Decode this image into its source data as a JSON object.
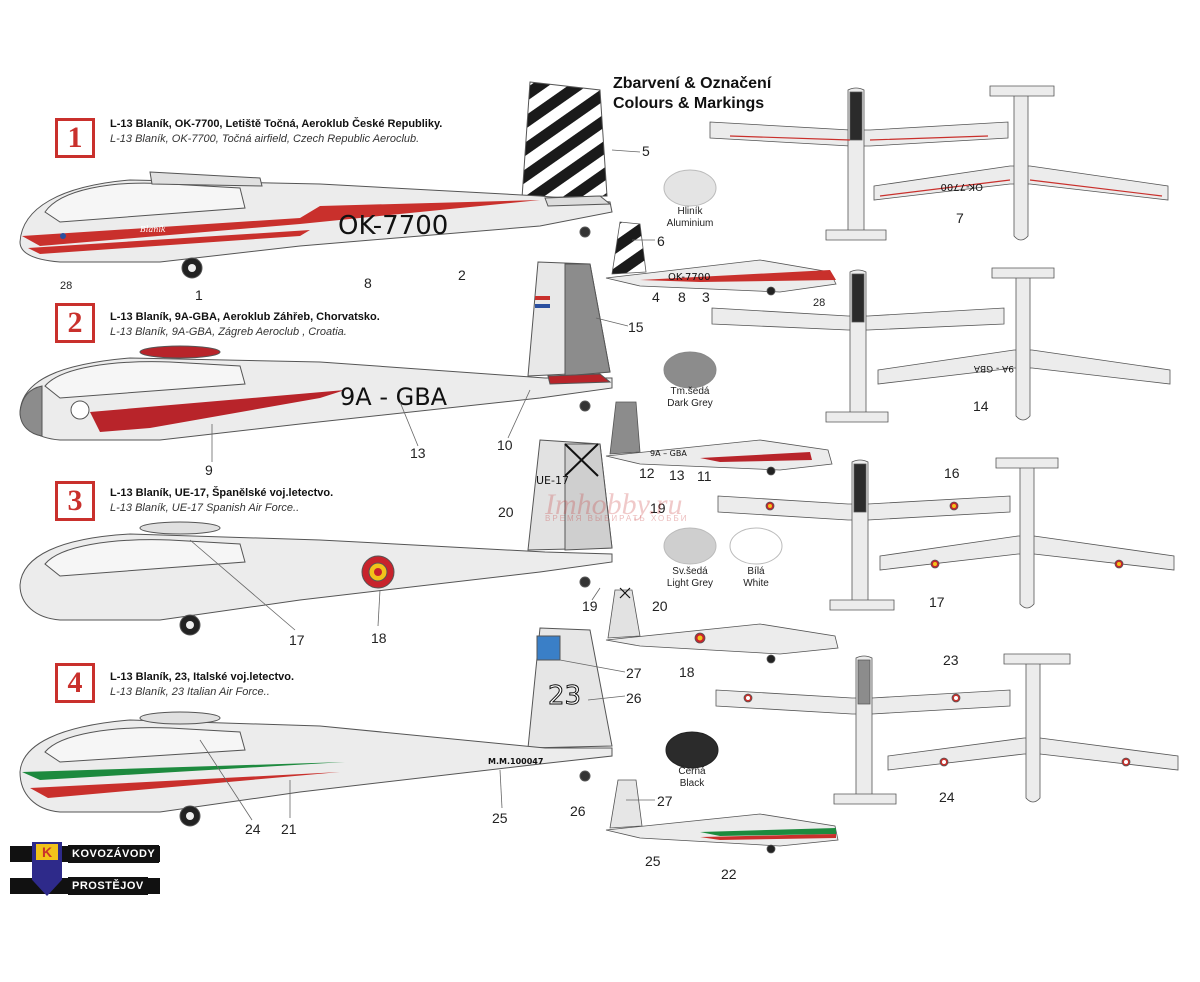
{
  "header": {
    "title_cz": "Zbarvení & Označení",
    "title_en": "Colours & Markings"
  },
  "schemes": [
    {
      "number": "1",
      "caption_cz": "L-13 Blaník, OK-7700, Letiště Točná, Aeroklub České Republiky.",
      "caption_en": "L-13 Blaník, OK-7700, Točná airfield, Czech Republic Aeroclub.",
      "registration": "OK-7700",
      "nose_script": "Blaník"
    },
    {
      "number": "2",
      "caption_cz": "L-13 Blaník, 9A-GBA, Aeroklub Záhřeb, Chorvatsko.",
      "caption_en": "L-13 Blaník, 9A-GBA, Zágreb Aeroclub , Croatia.",
      "registration": "9A - GBA",
      "registration_small": "9A – GBA"
    },
    {
      "number": "3",
      "caption_cz": "L-13 Blaník, UE-17, Španělské voj.letectvo.",
      "caption_en": "L-13 Blaník, UE-17 Spanish Air Force..",
      "tail_code": "UE-17"
    },
    {
      "number": "4",
      "caption_cz": "L-13 Blaník, 23, Italské voj.letectvo.",
      "caption_en": "L-13 Blaník, 23 Italian Air Force..",
      "tail_number": "23",
      "serial": "M.M.100047"
    }
  ],
  "swatches": [
    {
      "cz": "Hliník",
      "en": "Aluminium",
      "color": "#e4e4e4"
    },
    {
      "cz": "Tm.šedá",
      "en": "Dark Grey",
      "color": "#8c8c8c"
    },
    {
      "cz": "Sv.šedá",
      "en": "Light Grey",
      "color": "#cfcfcf"
    },
    {
      "cz": "Bílá",
      "en": "White",
      "color": "#ffffff"
    },
    {
      "cz": "Černá",
      "en": "Black",
      "color": "#2b2b2b"
    }
  ],
  "callouts": [
    "1",
    "2",
    "3",
    "4",
    "5",
    "6",
    "7",
    "8",
    "9",
    "10",
    "11",
    "12",
    "13",
    "14",
    "15",
    "16",
    "17",
    "18",
    "19",
    "20",
    "21",
    "22",
    "23",
    "24",
    "25",
    "26",
    "27",
    "28"
  ],
  "colors": {
    "czech_red": "#c9302c",
    "croatia_red": "#b8242a",
    "italy_green": "#1d8a3e",
    "spain_red": "#c8232c",
    "spain_yellow": "#f2c21a",
    "glider_body": "#ececec",
    "outline": "#555555"
  },
  "logo": {
    "line1": "KOVOZÁVODY",
    "line2": "PROSTĚJOV",
    "mark": "K"
  },
  "watermark": {
    "text": "Imhobby.ru",
    "tagline": "ВРЕМЯ ВЫБИРАТЬ ХОББИ"
  }
}
